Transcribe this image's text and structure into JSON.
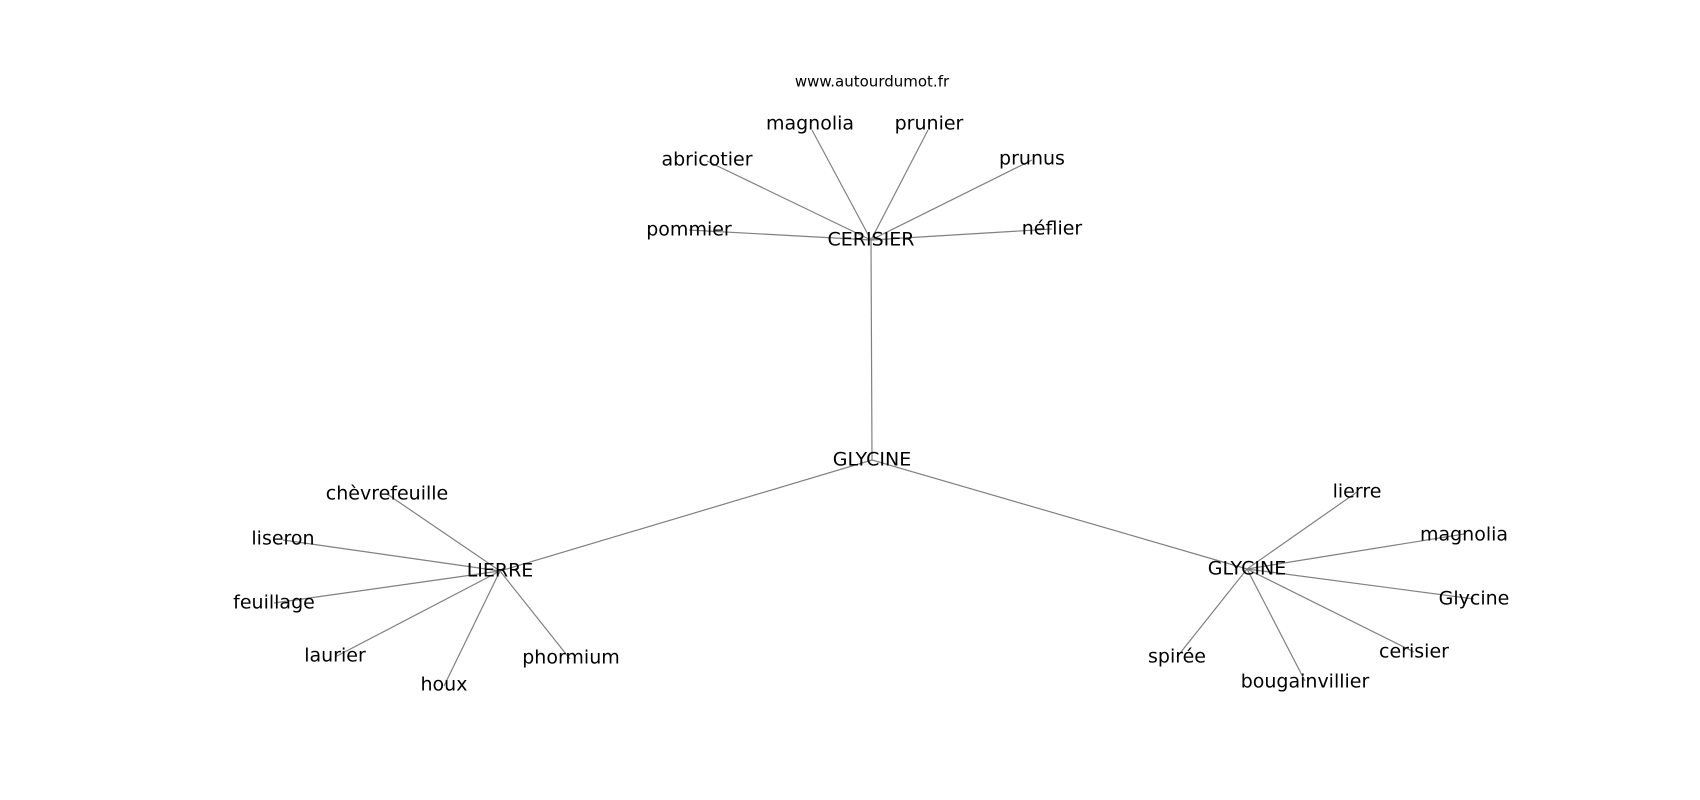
{
  "watermark": "www.autourdumot.fr",
  "colors": {
    "edge": "#808080",
    "text": "#000000",
    "background": "#ffffff"
  },
  "nodes": {
    "root": "GLYCINE",
    "cerisier": "CERISIER",
    "lierre": "LIERRE",
    "glycine": "GLYCINE",
    "magnolia1": "magnolia",
    "prunier": "prunier",
    "abricotier": "abricotier",
    "prunus": "prunus",
    "pommier": "pommier",
    "neflier": "néflier",
    "chevrefeuille": "chèvrefeuille",
    "liseron": "liseron",
    "feuillage": "feuillage",
    "laurier": "laurier",
    "houx": "houx",
    "phormium": "phormium",
    "lierre2": "lierre",
    "magnolia2": "magnolia",
    "glycine2": "Glycine",
    "cerisier2": "cerisier",
    "bougainvillier": "bougainvillier",
    "spiree": "spirée"
  }
}
